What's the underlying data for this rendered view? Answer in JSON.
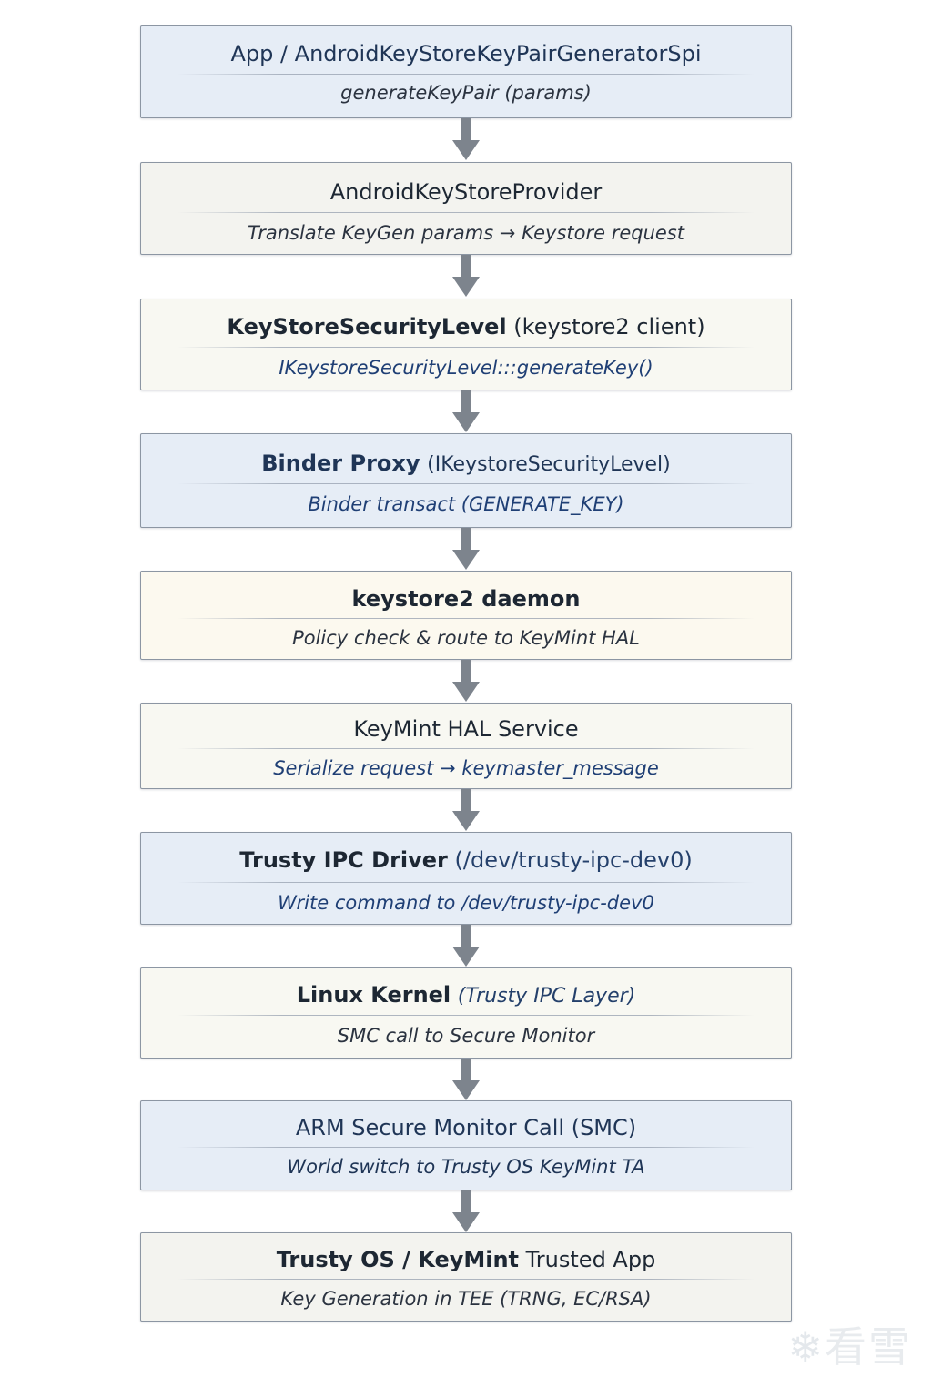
{
  "boxes": [
    {
      "title": "App / AndroidKeyStoreKeyPairGeneratorSpi",
      "title_paren": "",
      "subtitle": "generateKeyPair (params)"
    },
    {
      "title": "AndroidKeyStoreProvider",
      "title_paren": "",
      "subtitle": "Translate KeyGen params → Keystore request"
    },
    {
      "title": "KeyStoreSecurityLevel",
      "title_paren": "(keystore2 client)",
      "subtitle": "IKeystoreSecurityLevel:::generateKey()"
    },
    {
      "title": "Binder Proxy",
      "title_paren": "(IKeystoreSecurityLevel)",
      "subtitle": "Binder transact (GENERATE_KEY)"
    },
    {
      "title": "keystore2 daemon",
      "title_paren": "",
      "subtitle": "Policy check & route to KeyMint HAL"
    },
    {
      "title": "KeyMint HAL Service",
      "title_paren": "",
      "subtitle": "Serialize request → keymaster_message"
    },
    {
      "title": "Trusty IPC Driver",
      "title_paren": "(/dev/trusty-ipc-dev0)",
      "subtitle": "Write command to /dev/trusty-ipc-dev0"
    },
    {
      "title": "Linux Kernel",
      "title_paren": "(Trusty IPC Layer)",
      "subtitle": "SMC call to Secure Monitor"
    },
    {
      "title": "ARM Secure Monitor Call (SMC)",
      "title_paren": "",
      "subtitle": "World switch to Trusty OS KeyMint TA"
    },
    {
      "title": "Trusty OS / KeyMint",
      "title_paren": "Trusted App",
      "subtitle": "Key Generation in TEE (TRNG, EC/RSA)"
    }
  ],
  "watermark": "看雪",
  "colors": {
    "blue_fill": "#e6edf6",
    "gray_fill": "#f3f3ef",
    "cream_fill": "#fcf9ef",
    "border": "#8c96a3",
    "arrow": "#7d848d",
    "title_text": "#1d2733",
    "subtitle_blue": "#1f3f75"
  },
  "icons": {
    "connector": "down-arrow-icon",
    "watermark_logo": "snowflake-icon"
  }
}
